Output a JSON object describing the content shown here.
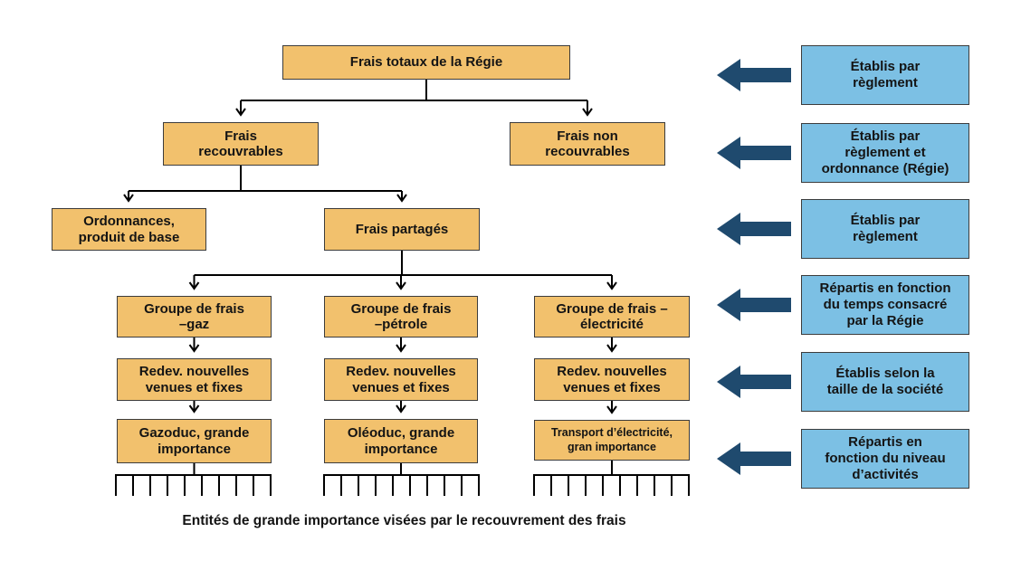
{
  "diagram": {
    "nodes": {
      "root": "Frais totaux de la Régie",
      "recouvrables": "Frais\nrecouvrables",
      "non_recouvrables": "Frais non\nrecouvrables",
      "ordonnances": "Ordonnances,\nproduit de base",
      "partages": "Frais partagés",
      "groupe_gaz": "Groupe de frais\n–gaz",
      "groupe_petrole": "Groupe de frais\n–pétrole",
      "groupe_electricite": "Groupe de frais –\nélectricité",
      "redev_gaz": "Redev. nouvelles\nvenues et fixes",
      "redev_petrole": "Redev. nouvelles\nvenues et fixes",
      "redev_electricite": "Redev. nouvelles\nvenues et fixes",
      "gazoduc": "Gazoduc, grande\nimportance",
      "oleoduc": "Oléoduc, grande\nimportance",
      "transport": "Transport d’électricité,\ngran importance"
    },
    "annotations": [
      "Établis par\nrèglement",
      "Établis par\nrèglement et\nordonnance (Régie)",
      "Établis par\nrèglement",
      "Répartis en fonction\ndu temps consacré\npar la Régie",
      "Établis selon la\ntaille de la société",
      "Répartis en\nfonction du niveau\nd’activités"
    ],
    "caption": "Entités de grande importance visées par le recouvrement des frais",
    "colors": {
      "node_fill": "#F2C16D",
      "node_border": "#3C3C3C",
      "annotation_fill": "#7CC0E4",
      "annotation_border": "#3C3C3C",
      "arrow": "#1F4A6E",
      "line": "#000000"
    }
  }
}
